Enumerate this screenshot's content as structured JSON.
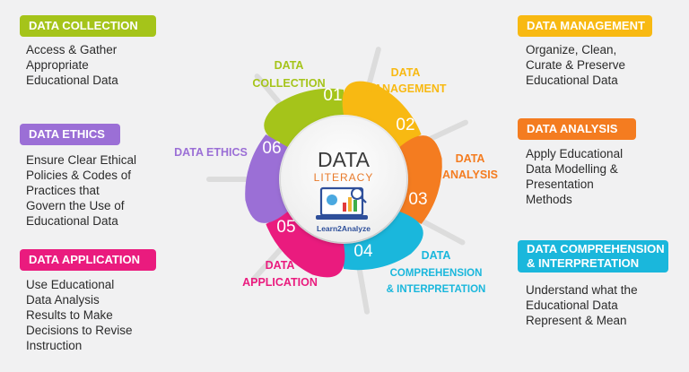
{
  "colors": {
    "collection": "#a5c41a",
    "management": "#f8b912",
    "analysis": "#f47c20",
    "comprehension": "#1ab7dc",
    "application": "#ea1b7e",
    "ethics": "#9b6fd6"
  },
  "center": {
    "title": "DATA",
    "subtitle": "LITERACY",
    "logo_text": "Learn2Analyze",
    "logo_icon": "laptop-chart-icon"
  },
  "segments": [
    {
      "key": "collection",
      "number": "01",
      "label": [
        "DATA",
        "COLLECTION"
      ]
    },
    {
      "key": "management",
      "number": "02",
      "label": [
        "DATA",
        "MANAGEMENT"
      ]
    },
    {
      "key": "analysis",
      "number": "03",
      "label": [
        "DATA",
        "ANALYSIS"
      ]
    },
    {
      "key": "comprehension",
      "number": "04",
      "label": [
        "DATA",
        "COMPREHENSION",
        "& INTERPRETATION"
      ]
    },
    {
      "key": "application",
      "number": "05",
      "label": [
        "DATA",
        "APPLICATION"
      ]
    },
    {
      "key": "ethics",
      "number": "06",
      "label": [
        "DATA ETHICS"
      ]
    }
  ],
  "cards": {
    "collection": {
      "title": "DATA COLLECTION",
      "text": [
        "Access & Gather",
        "Appropriate",
        "Educational Data"
      ]
    },
    "ethics": {
      "title": "DATA ETHICS",
      "text": [
        "Ensure Clear Ethical",
        "Policies & Codes of",
        "Practices that",
        "Govern the Use of",
        "Educational Data"
      ]
    },
    "application": {
      "title": "DATA APPLICATION",
      "text": [
        "Use Educational",
        "Data Analysis",
        "Results to Make",
        "Decisions to Revise",
        "Instruction"
      ]
    },
    "management": {
      "title": "DATA MANAGEMENT",
      "text": [
        "Organize, Clean,",
        "Curate & Preserve",
        "Educational Data"
      ]
    },
    "analysis": {
      "title": "DATA ANALYSIS",
      "text": [
        "Apply Educational",
        "Data Modelling &",
        "Presentation",
        "Methods"
      ]
    },
    "comprehension": {
      "title": [
        "DATA COMPREHENSION",
        "& INTERPRETATION"
      ],
      "text": [
        "Understand what the",
        "Educational Data",
        "Represent & Mean"
      ]
    }
  }
}
